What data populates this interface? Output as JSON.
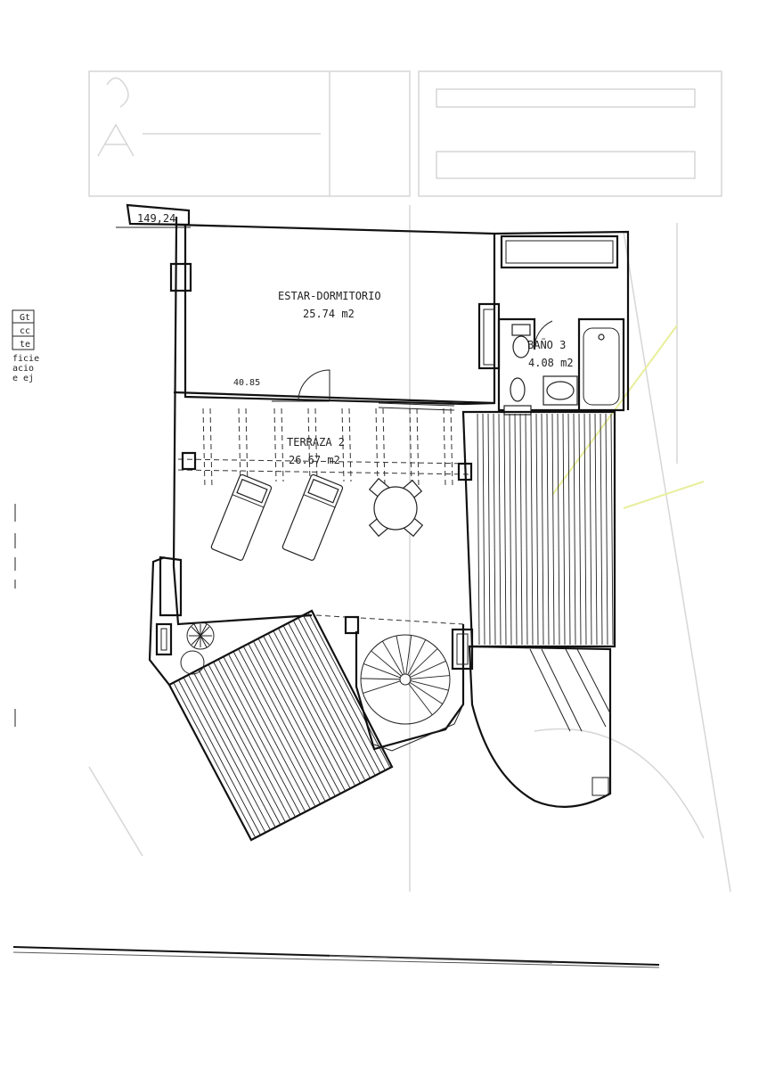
{
  "plan": {
    "parcel_mark": "149,24",
    "level_mark": "40.85",
    "rooms": [
      {
        "name": "ESTAR-DORMITORIO",
        "area": "25.74 m2"
      },
      {
        "name": "BAÑO 3",
        "area": "4.08 m2"
      },
      {
        "name": "TERRAZA 2",
        "area": "26.67 m2"
      }
    ],
    "margin_fragments": [
      "Gt",
      "cc",
      "te",
      "ficie",
      "acio",
      "e ej"
    ],
    "colors": {
      "line": "#111111",
      "ghost": "#d6d6d6",
      "paper": "#ffffff",
      "highlight": "#e8ee9a"
    }
  }
}
